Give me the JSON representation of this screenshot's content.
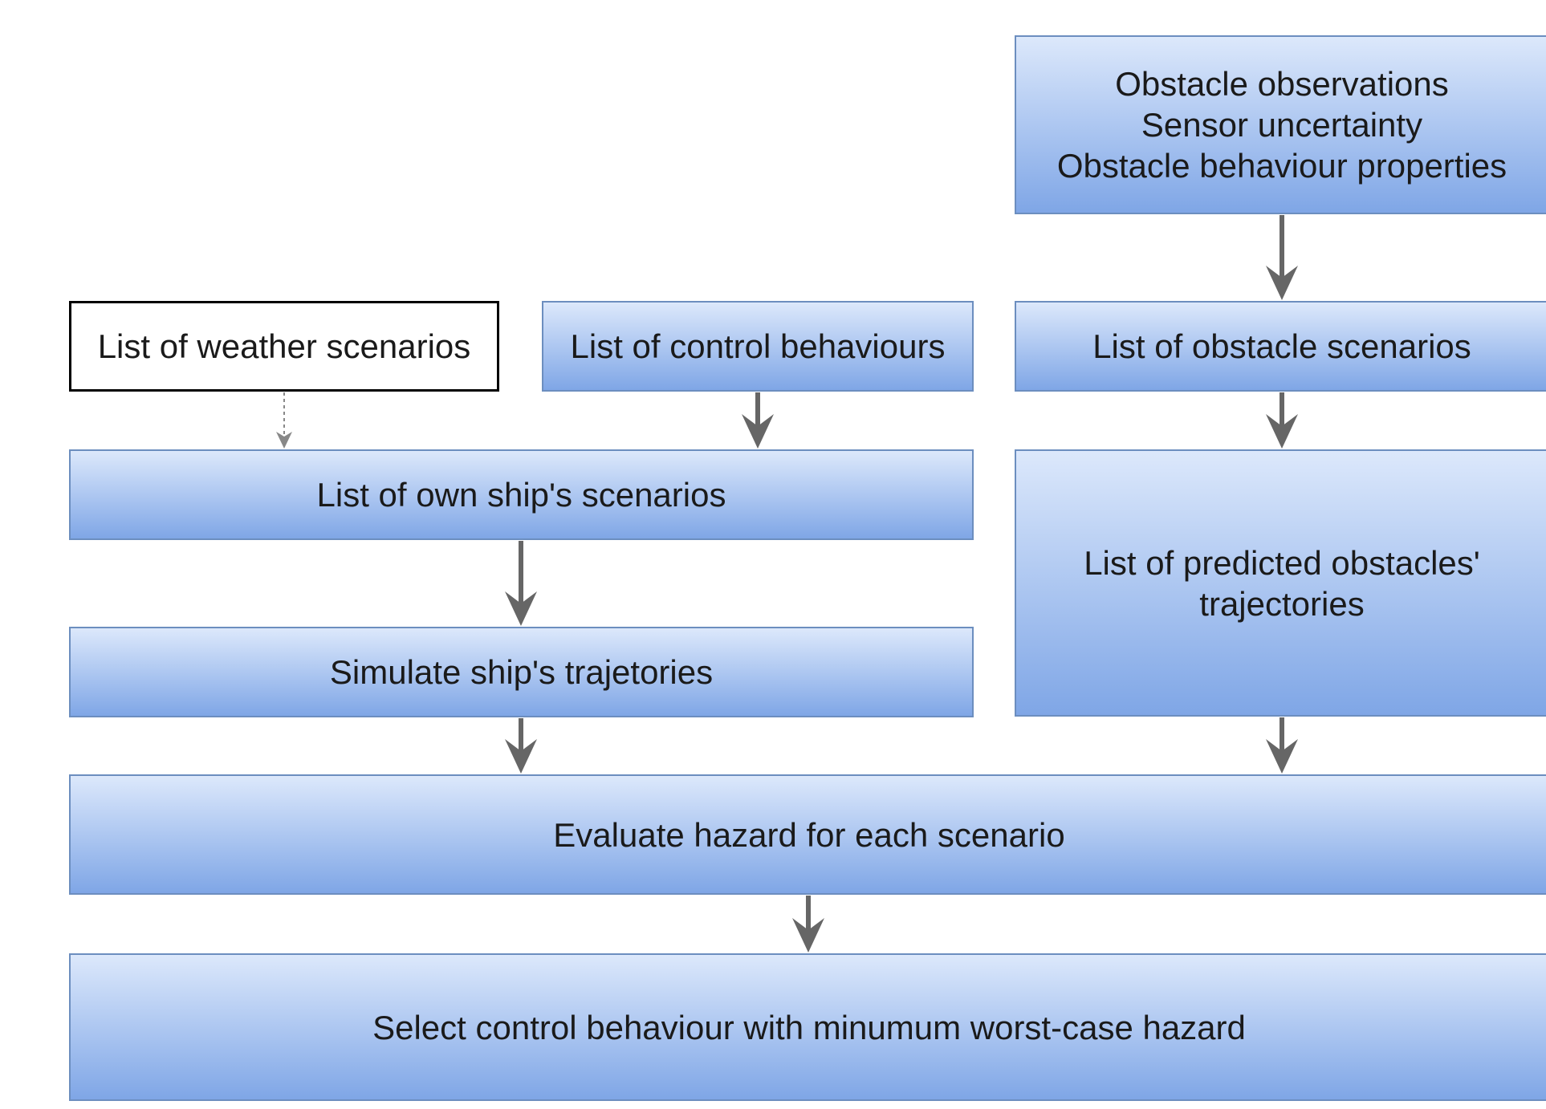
{
  "nodes": {
    "obstacle_inputs": "Obstacle observations\nSensor uncertainty\nObstacle behaviour properties",
    "weather_scenarios": "List of weather scenarios",
    "control_behaviours": "List of control behaviours",
    "obstacle_scenarios": "List of obstacle scenarios",
    "own_ship_scenarios": "List of own ship's scenarios",
    "predicted_trajectories": "List of predicted obstacles'\ntrajectories",
    "simulate_trajectories": "Simulate ship's trajetories",
    "evaluate_hazard": "Evaluate hazard for each scenario",
    "select_behaviour": "Select control behaviour with minumum worst-case hazard"
  },
  "colors": {
    "box_border": "#6c8ebf",
    "gradient_top": "#dce8fb",
    "gradient_bottom": "#7fa6e6",
    "arrow": "#666666"
  }
}
